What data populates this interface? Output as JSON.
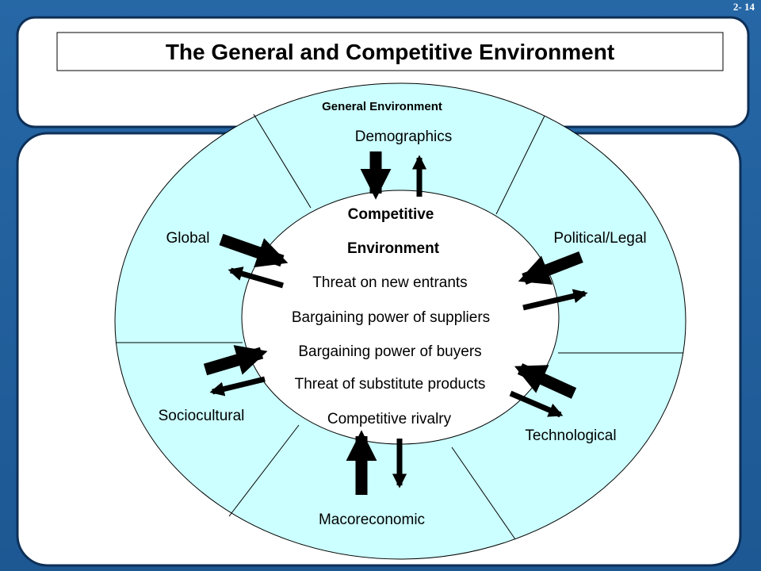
{
  "slide_number": "2- 14",
  "title": "The General and Competitive Environment",
  "general_environment": {
    "label": "General Environment",
    "segments": {
      "demographics": "Demographics",
      "political_legal": "Political/Legal",
      "technological": "Technological",
      "macroeconomic": "Macoreconomic",
      "sociocultural": "Sociocultural",
      "global": "Global"
    }
  },
  "competitive_environment": {
    "title_line1": "Competitive",
    "title_line2": "Environment",
    "forces": [
      "Threat on new entrants",
      "Bargaining power of suppliers",
      "Bargaining power of buyers",
      "Threat of substitute products",
      "Competitive rivalry"
    ]
  },
  "colors": {
    "background": "#1f5c99",
    "panel": "#ffffff",
    "ring_fill": "#ccffff",
    "inner_fill": "#ffffff",
    "arrows": "#000000"
  }
}
